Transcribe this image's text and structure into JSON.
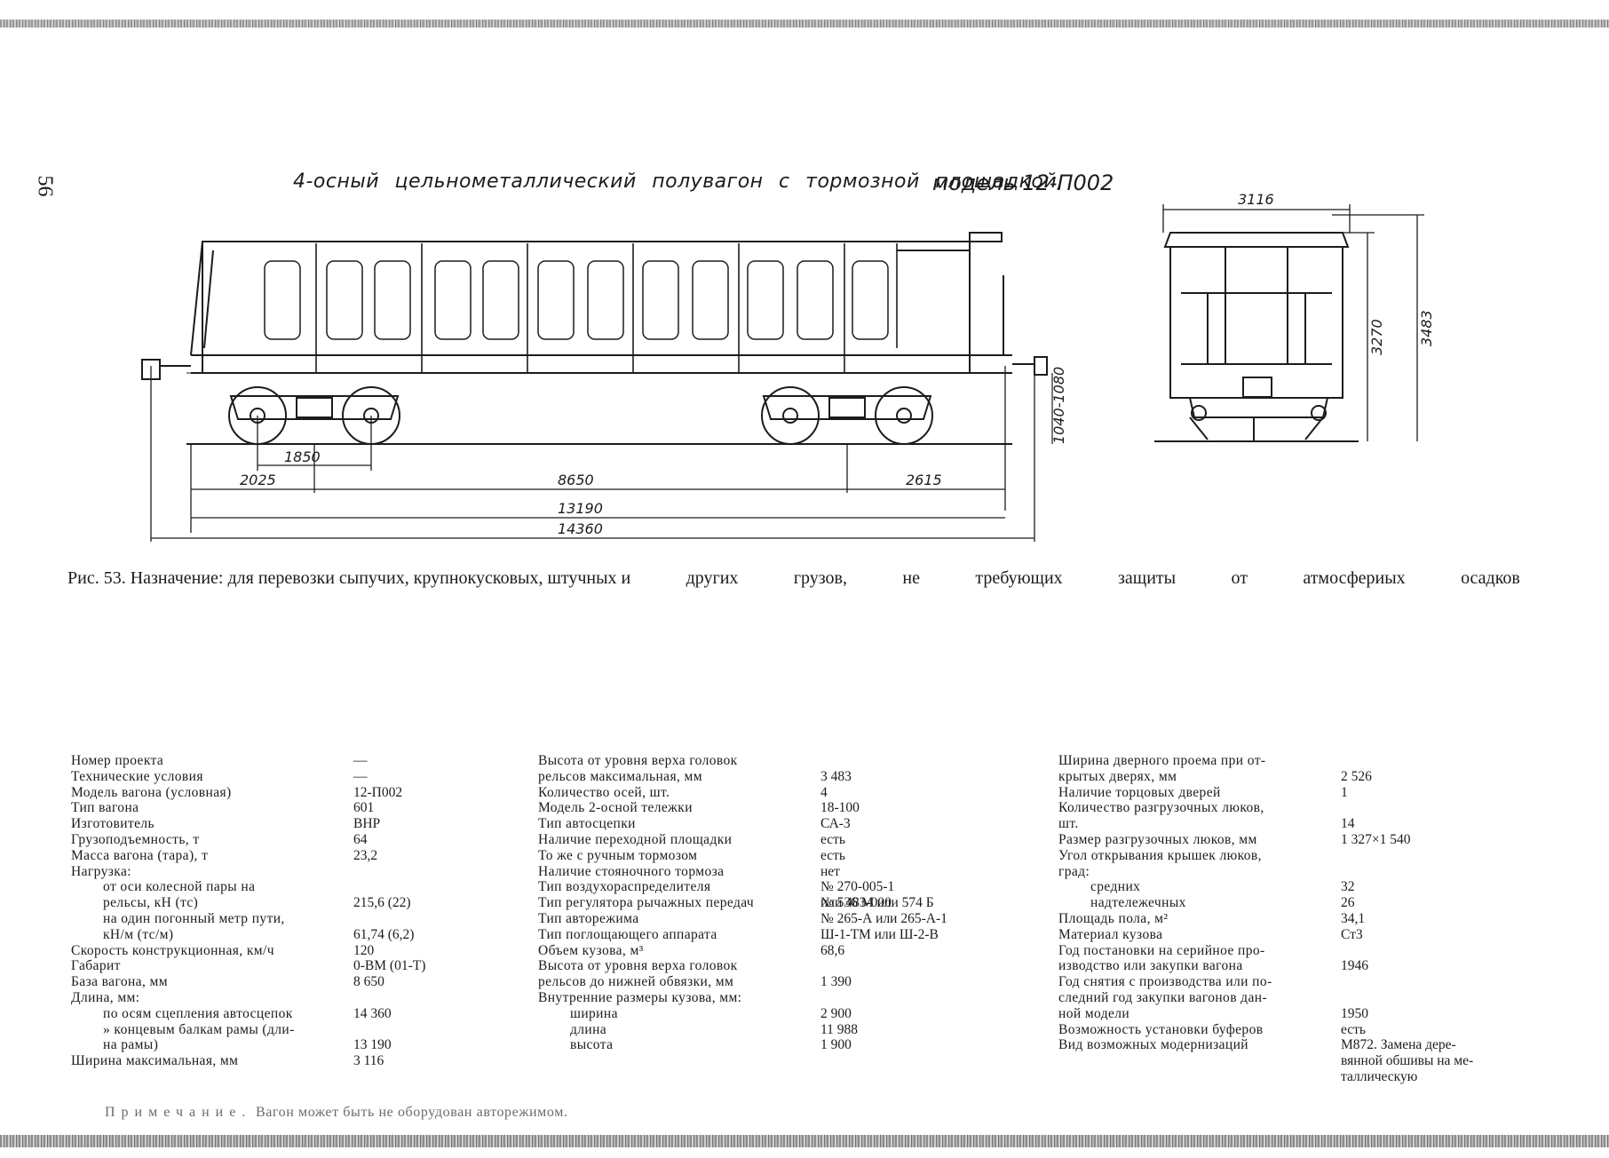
{
  "page_number": "56",
  "drawing": {
    "title": "4-осный цельнометаллический полувагон с тормозной площадкой,",
    "model": "модель 12-П002",
    "dimensions": {
      "bogie_base": "1850",
      "left_overhang": "2025",
      "car_base": "8650",
      "right_overhang": "2615",
      "frame_length": "13190",
      "coupler_length": "14360",
      "coupler_height": "1040-1080",
      "end_width": "3116",
      "inner_height": "3270",
      "max_height": "3483"
    }
  },
  "caption": {
    "words": [
      "Рис. 53. Назначение: для перевозки сыпучих, крупнокусковых, штучных и",
      "других",
      "грузов,",
      "не",
      "требующих",
      "защиты",
      "от",
      "атмосфериых",
      "осадков"
    ]
  },
  "specs": {
    "col1": [
      {
        "label": "Номер проекта",
        "value": "—",
        "indent": 0
      },
      {
        "label": "Технические условия",
        "value": "—",
        "indent": 0
      },
      {
        "label": "Модель вагона (условная)",
        "value": "12-П002",
        "indent": 0
      },
      {
        "label": "Тип вагона",
        "value": "601",
        "indent": 0
      },
      {
        "label": "Изготовитель",
        "value": "ВНР",
        "indent": 0
      },
      {
        "label": "Грузоподъемность, т",
        "value": "64",
        "indent": 0
      },
      {
        "label": "Масса вагона (тара), т",
        "value": "23,2",
        "indent": 0
      },
      {
        "label": "Нагрузка:",
        "value": "",
        "indent": 0
      },
      {
        "label": "от оси колесной пары на\nрельсы, кН (тс)",
        "value": "\n215,6 (22)",
        "indent": 1
      },
      {
        "label": "на один погонный метр пути,\nкН/м (тс/м)",
        "value": "\n61,74 (6,2)",
        "indent": 1
      },
      {
        "label": "Скорость конструкционная, км/ч",
        "value": "120",
        "indent": 0
      },
      {
        "label": "Габарит",
        "value": "0-ВМ (01-Т)",
        "indent": 0
      },
      {
        "label": "База вагона, мм",
        "value": "8 650",
        "indent": 0
      },
      {
        "label": "Длина, мм:",
        "value": "",
        "indent": 0
      },
      {
        "label": "по осям сцепления автосцепок",
        "value": "14 360",
        "indent": 1
      },
      {
        "label": "» концевым балкам рамы (дли-\nна рамы)",
        "value": "\n13 190",
        "indent": 1
      },
      {
        "label": "Ширина максимальная, мм",
        "value": "3 116",
        "indent": 0
      }
    ],
    "col2": [
      {
        "label": "Высота от уровня верха головок\nрельсов максимальная, мм",
        "value": "\n3 483",
        "indent": 0
      },
      {
        "label": "Количество осей, шт.",
        "value": "4",
        "indent": 0
      },
      {
        "label": "Модель 2-осной тележки",
        "value": "18-100",
        "indent": 0
      },
      {
        "label": "Тип автосцепки",
        "value": "СА-3",
        "indent": 0
      },
      {
        "label": "Наличие переходной площадки",
        "value": "есть",
        "indent": 0
      },
      {
        "label": "То же с ручным тормозом",
        "value": "есть",
        "indent": 0
      },
      {
        "label": "Наличие стояночного тормоза",
        "value": "нет",
        "indent": 0
      },
      {
        "label": "Тип воздухораспределителя",
        "value": "№ 270-005-1\nили 483-000",
        "indent": 0
      },
      {
        "label": "Тип регулятора рычажных передач",
        "value": "№ 536 М или 574 Б",
        "indent": 0
      },
      {
        "label": "Тип авторежима",
        "value": "№ 265-А или 265-А-1",
        "indent": 0
      },
      {
        "label": "Тип поглощающего аппарата",
        "value": "Ш-1-ТМ или Ш-2-В",
        "indent": 0
      },
      {
        "label": "Объем кузова, м³",
        "value": "68,6",
        "indent": 0
      },
      {
        "label": "Высота от уровня верха головок\nрельсов до нижней обвязки, мм",
        "value": "\n1 390",
        "indent": 0
      },
      {
        "label": "Внутренние размеры кузова, мм:",
        "value": "",
        "indent": 0
      },
      {
        "label": "ширина",
        "value": "2 900",
        "indent": 1
      },
      {
        "label": "длина",
        "value": "11 988",
        "indent": 1
      },
      {
        "label": "высота",
        "value": "1 900",
        "indent": 1
      }
    ],
    "col3": [
      {
        "label": "Ширина дверного проема при от-\nкрытых дверях, мм",
        "value": "\n2 526",
        "indent": 0
      },
      {
        "label": "Наличие торцовых дверей",
        "value": "1",
        "indent": 0
      },
      {
        "label": "Количество разгрузочных люков,\nшт.",
        "value": "\n14",
        "indent": 0
      },
      {
        "label": "Размер разгрузочных люков, мм",
        "value": "1 327×1 540",
        "indent": 0
      },
      {
        "label": "Угол открывания крышек люков,\nград:",
        "value": "",
        "indent": 0
      },
      {
        "label": "средних",
        "value": "32",
        "indent": 1
      },
      {
        "label": "надтележечных",
        "value": "26",
        "indent": 1
      },
      {
        "label": "Площадь пола, м²",
        "value": "34,1",
        "indent": 0
      },
      {
        "label": "Материал кузова",
        "value": "Ст3",
        "indent": 0
      },
      {
        "label": "Год постановки на серийное про-\nизводство или закупки вагона",
        "value": "\n1946",
        "indent": 0
      },
      {
        "label": "Год снятия с производства или по-\nследний год закупки вагонов дан-\nной модели",
        "value": "\n\n1950",
        "indent": 0
      },
      {
        "label": "Возможность установки буферов",
        "value": "есть",
        "indent": 0
      },
      {
        "label": "Вид возможных модернизаций",
        "value": "М872. Замена дере-\nвянной обшивы на ме-\nталлическую",
        "indent": 0
      }
    ]
  },
  "note": {
    "prefix": "Примечание.",
    "text": "Вагон может быть не оборудован авторежимом."
  }
}
